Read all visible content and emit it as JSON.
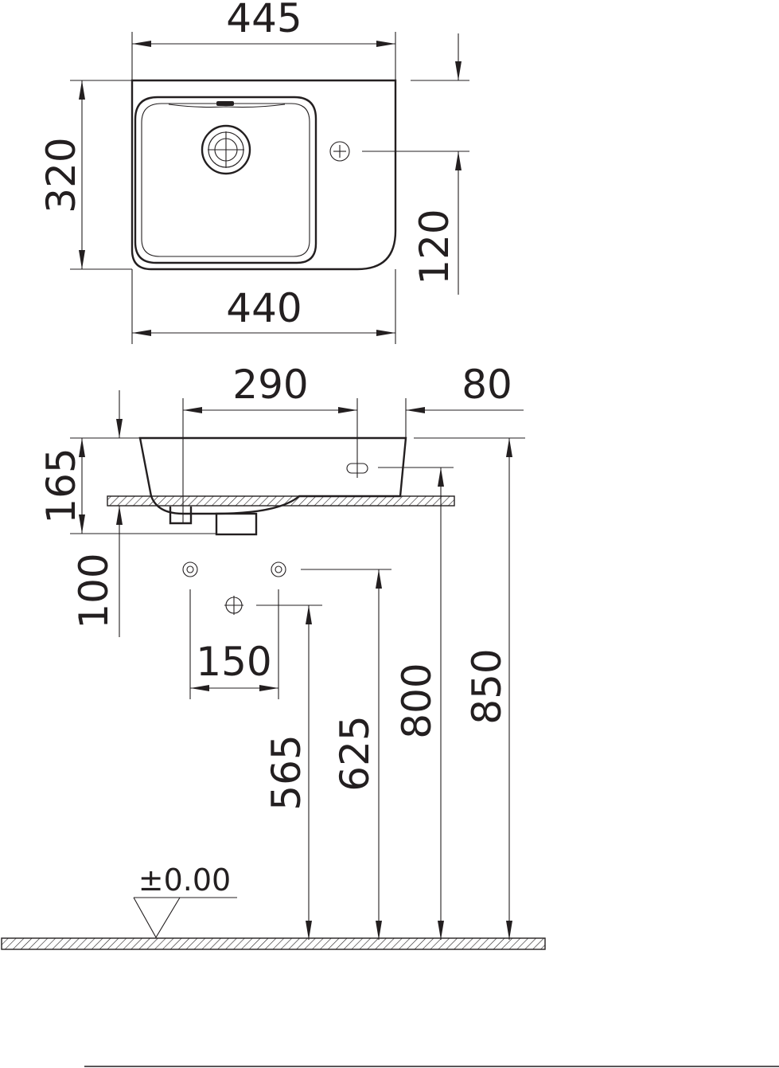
{
  "top_view": {
    "width_top": "445",
    "depth": "320",
    "tap_offset": "120",
    "width_bottom": "440"
  },
  "side_view": {
    "waste_offset": "290",
    "tap_setback": "80",
    "basin_height": "165",
    "below_counter": "100",
    "pipe_spacing": "150",
    "height_565": "565",
    "height_625": "625",
    "height_800": "800",
    "height_850": "850",
    "floor_level": "±0.00"
  },
  "colors": {
    "line": "#231f20",
    "background": "#ffffff"
  }
}
